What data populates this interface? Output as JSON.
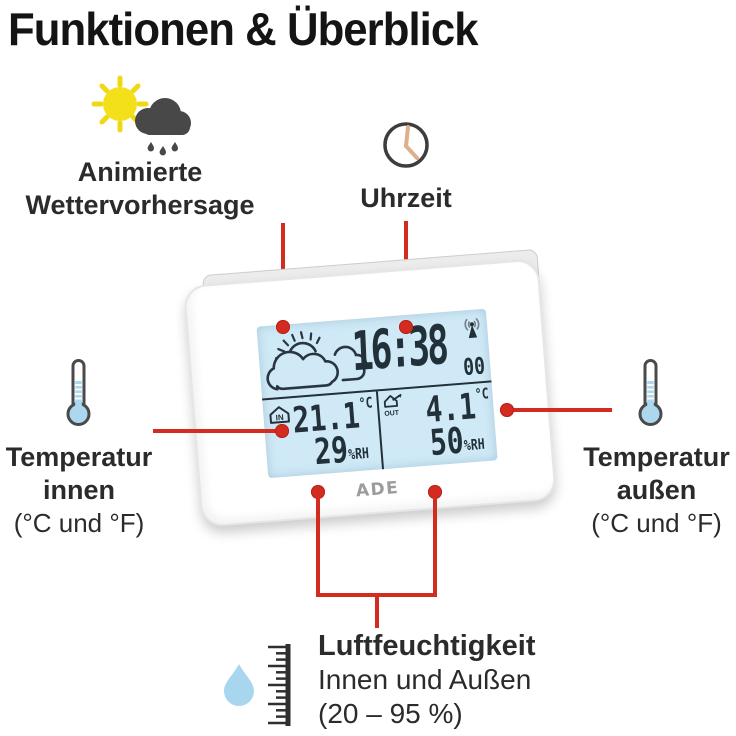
{
  "title": "Funktionen & Überblick",
  "features": {
    "forecast": {
      "line1": "Animierte",
      "line2": "Wettervorhersage",
      "icon": "sun-rain-cloud-icon"
    },
    "clock": {
      "label": "Uhrzeit",
      "icon": "clock-icon"
    },
    "temp_in": {
      "line1": "Temperatur",
      "line2": "innen",
      "line3": "(°C und °F)",
      "icon": "thermometer-icon"
    },
    "temp_out": {
      "line1": "Temperatur",
      "line2": "außen",
      "line3": "(°C und °F)",
      "icon": "thermometer-icon"
    },
    "humidity": {
      "line1": "Luftfeuchtigkeit",
      "line2": "Innen und Außen",
      "line3": "(20 – 95 %)",
      "icons": [
        "water-drop-icon",
        "ruler-icon"
      ]
    }
  },
  "device": {
    "brand": "ADE",
    "display": {
      "time": "16:38",
      "seconds": "00",
      "signal_icon": "radio-signal-icon",
      "weather_icon": "sun-behind-clouds-icon",
      "indoor": {
        "zone": "IN",
        "temperature": "21.1",
        "temp_unit": "°C",
        "humidity": "29",
        "humidity_unit": "%RH"
      },
      "outdoor": {
        "zone": "OUT",
        "temperature": "4.1",
        "temp_unit": "°C",
        "humidity": "50",
        "humidity_unit": "%RH"
      }
    }
  },
  "colors": {
    "accent_red": "#d32b20",
    "lcd_blue": "#cfe9f6",
    "segment_dark": "#223039",
    "sun_yellow": "#f4e01a",
    "cloud_gray": "#484848",
    "droplet_blue": "#a7d6ee",
    "brand_gray": "#9c9c9c"
  }
}
